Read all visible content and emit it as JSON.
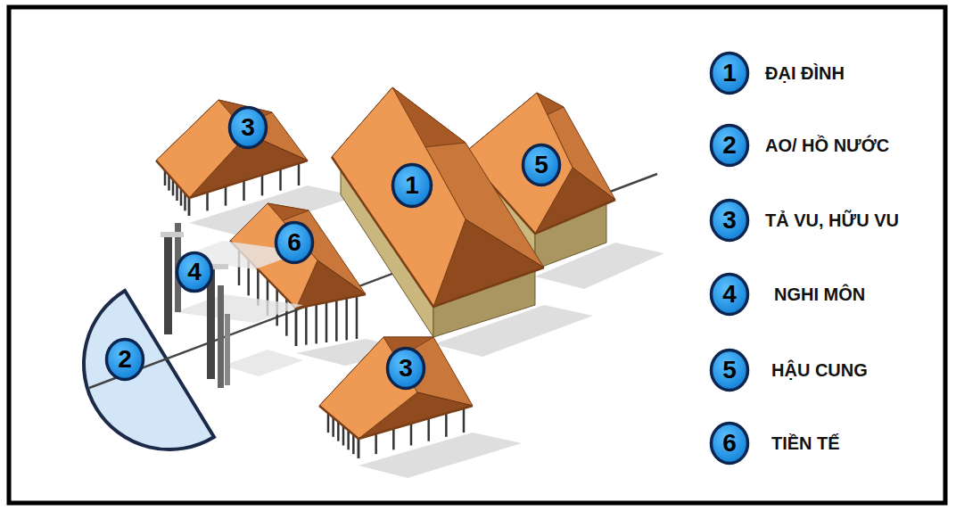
{
  "diagram": {
    "nodes": [
      {
        "text": [
          "3"
        ]
      },
      {
        "text": [
          "1"
        ]
      },
      {
        "text": [
          "5"
        ]
      },
      {
        "text": [
          "6"
        ]
      },
      {
        "text": [
          "4"
        ]
      },
      {
        "text": [
          "2"
        ]
      },
      {
        "text": [
          "3"
        ]
      },
      {
        "text": [
          "1"
        ]
      },
      {
        "text": [
          "2"
        ]
      },
      {
        "text": [
          "3"
        ]
      },
      {
        "text": [
          "4"
        ]
      },
      {
        "text": [
          "5"
        ]
      },
      {
        "text": [
          "6"
        ]
      }
    ],
    "labels": [
      "ĐẠI ĐÌNH",
      "AO/ HỒ NƯỚC",
      "TẢ VU, HỮU VU",
      "NGHI MÔN",
      "HẬU CUNG",
      "TIỀN TẾ"
    ]
  }
}
